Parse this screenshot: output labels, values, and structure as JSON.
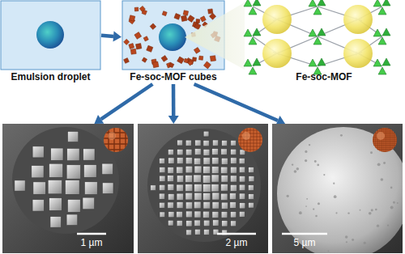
{
  "diagram": {
    "nodes": [
      {
        "text": [
          "Emulsion droplet"
        ]
      },
      {
        "text": [
          "Fe-soc-MOF cubes"
        ]
      },
      {
        "text": [
          "Fe-soc-MOF"
        ]
      },
      {
        "text": [
          "1 µm"
        ]
      },
      {
        "text": [
          "2 µm"
        ]
      },
      {
        "text": [
          "5 µm"
        ]
      }
    ],
    "edges": [
      {
        "from": 0,
        "to": 1,
        "arrow": "to"
      },
      {
        "from": 1,
        "to": 3,
        "arrow": "to"
      },
      {
        "from": 1,
        "to": 4,
        "arrow": "to"
      },
      {
        "from": 1,
        "to": 5,
        "arrow": "to"
      }
    ]
  }
}
